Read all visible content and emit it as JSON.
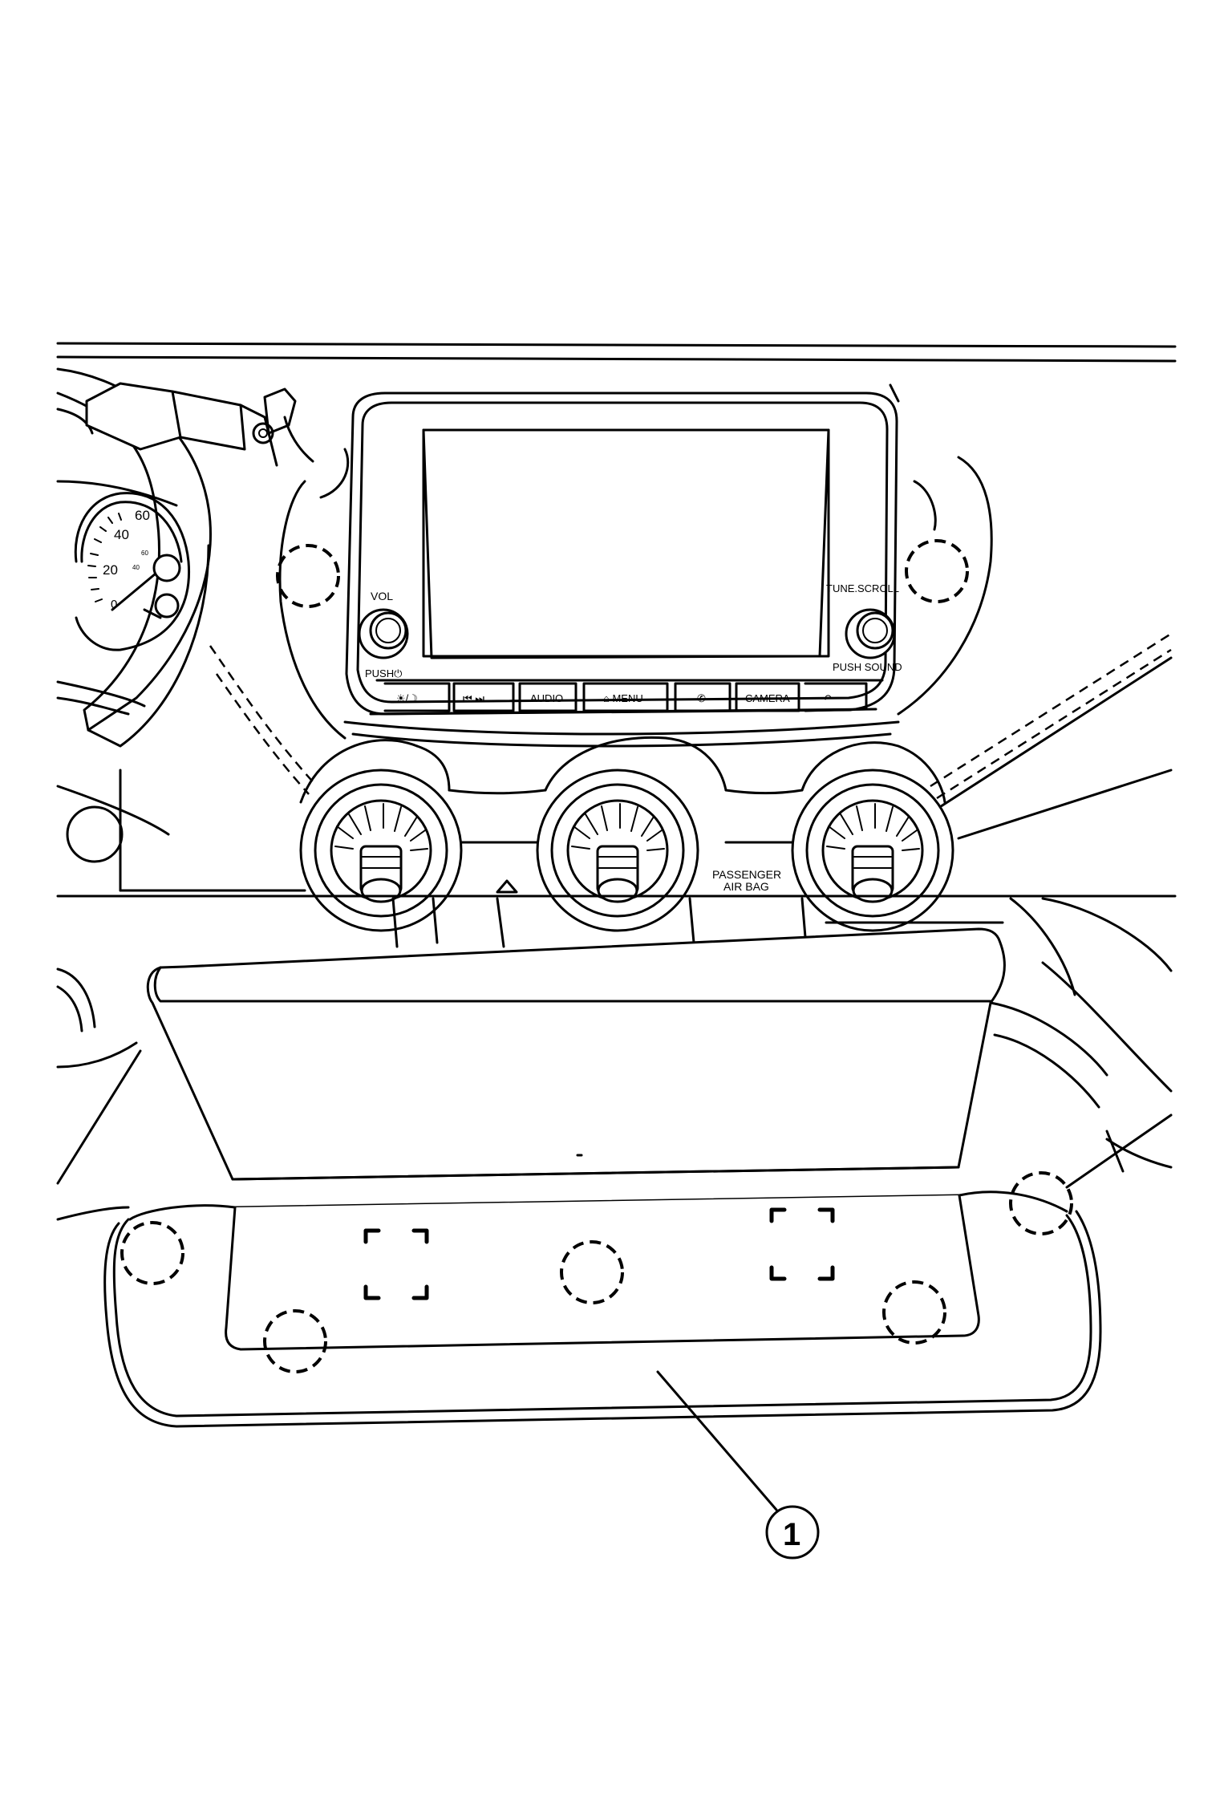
{
  "unit_labels": {
    "vol": "VOL",
    "push_power": "PUSH⏻",
    "tune_scroll": "TUNE.SCROLL",
    "push_sound": "PUSH SOUND"
  },
  "buttons": {
    "day_night": "☀/☽",
    "seek": "⏮  ⏭",
    "audio": "AUDIO",
    "menu": "⌂ MENU",
    "phone": "✆",
    "camera": "CAMERA",
    "back": "↶"
  },
  "gauge_ticks": [
    "60",
    "40",
    "20",
    "0"
  ],
  "gauge_small_ticks": [
    "60",
    "40"
  ],
  "airbag_label": [
    "PASSENGER",
    "AIR BAG"
  ],
  "callout": "1"
}
